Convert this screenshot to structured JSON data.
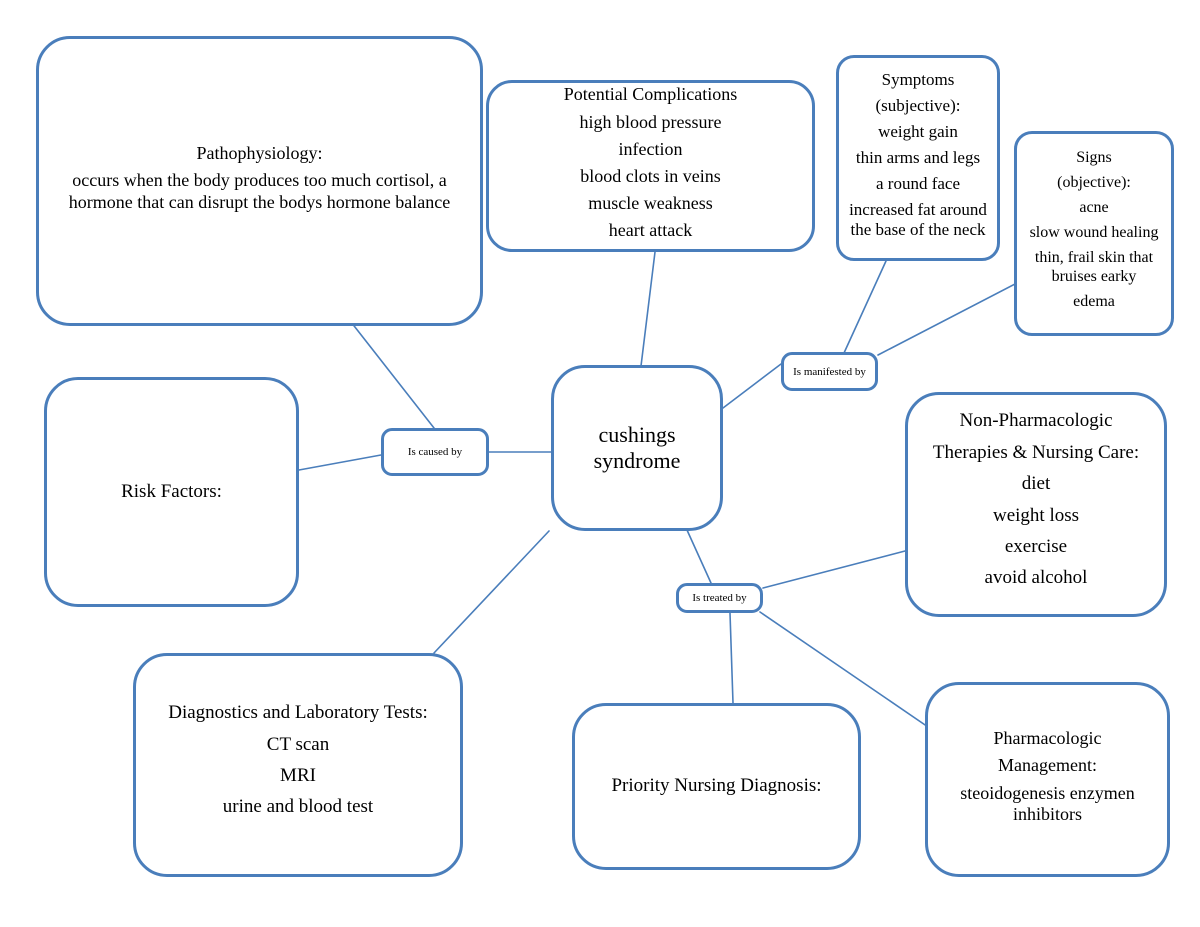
{
  "diagram": {
    "title": "Cushings Syndrome Concept Map",
    "accent_color": "#4a7ebb",
    "background_color": "#ffffff",
    "text_color": "#000000"
  },
  "center": {
    "label_line_1": "cushings",
    "label_line_2": "syndrome"
  },
  "link_labels": {
    "caused_by": "Is caused by",
    "manifested_by": "Is manifested by",
    "treated_by": "Is treated by"
  },
  "nodes": {
    "pathophysiology": {
      "heading": "Pathophysiology:",
      "body": "occurs when the body produces too much cortisol, a hormone that can disrupt the bodys hormone balance"
    },
    "complications": {
      "heading": "Potential Complications",
      "items": [
        "high blood pressure",
        "infection",
        "blood clots in veins",
        "muscle weakness",
        "heart attack"
      ]
    },
    "symptoms": {
      "heading_line_1": "Symptoms",
      "heading_line_2": "(subjective):",
      "items": [
        "weight gain",
        "thin arms and legs",
        "a round face",
        "increased fat around the base of the neck"
      ]
    },
    "signs": {
      "heading_line_1": "Signs",
      "heading_line_2": "(objective):",
      "items": [
        "acne",
        "slow wound healing",
        "thin, frail skin that bruises earky",
        "edema"
      ]
    },
    "risk_factors": {
      "heading": "Risk Factors:"
    },
    "non_pharmacologic": {
      "heading_line_1": "Non-Pharmacologic",
      "heading_line_2": "Therapies & Nursing Care:",
      "items": [
        "diet",
        "weight loss",
        "exercise",
        "avoid alcohol"
      ]
    },
    "diagnostics": {
      "heading": "Diagnostics and Laboratory Tests:",
      "items": [
        "CT scan",
        "MRI",
        "urine and blood test"
      ]
    },
    "nursing_diagnosis": {
      "heading": "Priority Nursing Diagnosis:"
    },
    "pharmacologic": {
      "heading_line_1": "Pharmacologic",
      "heading_line_2": "Management:",
      "items": [
        "steoidogenesis enzymen inhibitors"
      ]
    }
  }
}
